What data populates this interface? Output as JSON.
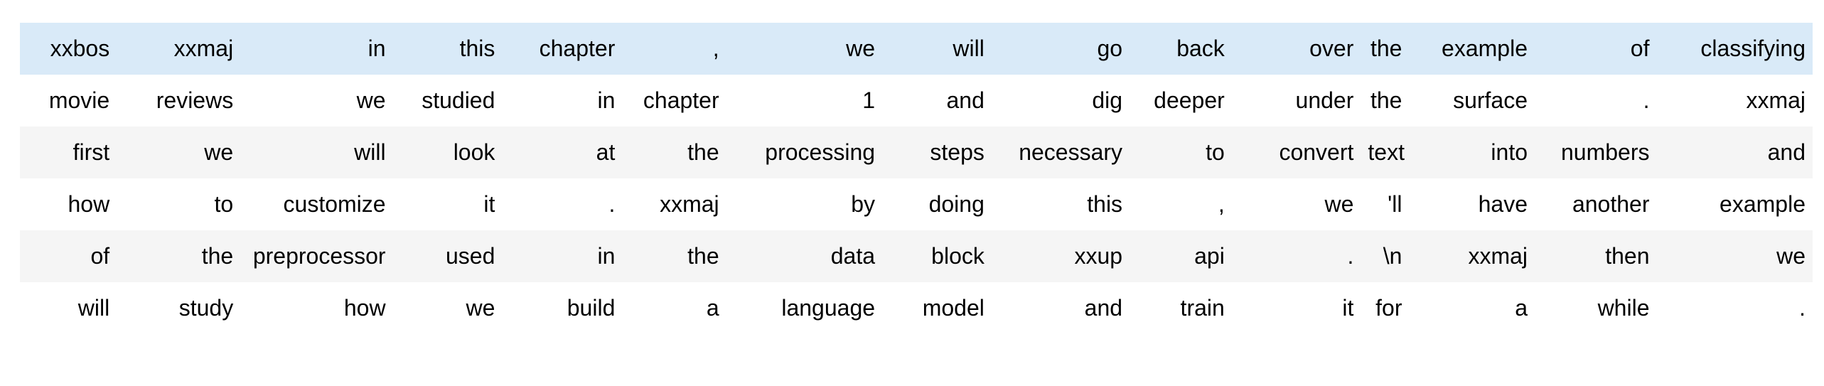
{
  "colors": {
    "hover_row_blue": "#d9eaf8",
    "stripe_gray": "#f5f5f5",
    "row_white": "#ffffff",
    "text": "#000000"
  },
  "table": {
    "kind": "tokenized-text-grid",
    "num_rows": 6,
    "num_cols": 15,
    "rows": [
      [
        "xxbos",
        "xxmaj",
        "in",
        "this",
        "chapter",
        ",",
        "we",
        "will",
        "go",
        "back",
        "over",
        "the",
        "example",
        "of",
        "classifying"
      ],
      [
        "movie",
        "reviews",
        "we",
        "studied",
        "in",
        "chapter",
        "1",
        "and",
        "dig",
        "deeper",
        "under",
        "the",
        "surface",
        ".",
        "xxmaj"
      ],
      [
        "first",
        "we",
        "will",
        "look",
        "at",
        "the",
        "processing",
        "steps",
        "necessary",
        "to",
        "convert",
        "text",
        "into",
        "numbers",
        "and"
      ],
      [
        "how",
        "to",
        "customize",
        "it",
        ".",
        "xxmaj",
        "by",
        "doing",
        "this",
        ",",
        "we",
        "'ll",
        "have",
        "another",
        "example"
      ],
      [
        "of",
        "the",
        "preprocessor",
        "used",
        "in",
        "the",
        "data",
        "block",
        "xxup",
        "api",
        ".",
        "\\n",
        "xxmaj",
        "then",
        "we"
      ],
      [
        "will",
        "study",
        "how",
        "we",
        "build",
        "a",
        "language",
        "model",
        "and",
        "train",
        "it",
        "for",
        "a",
        "while",
        "."
      ]
    ]
  }
}
